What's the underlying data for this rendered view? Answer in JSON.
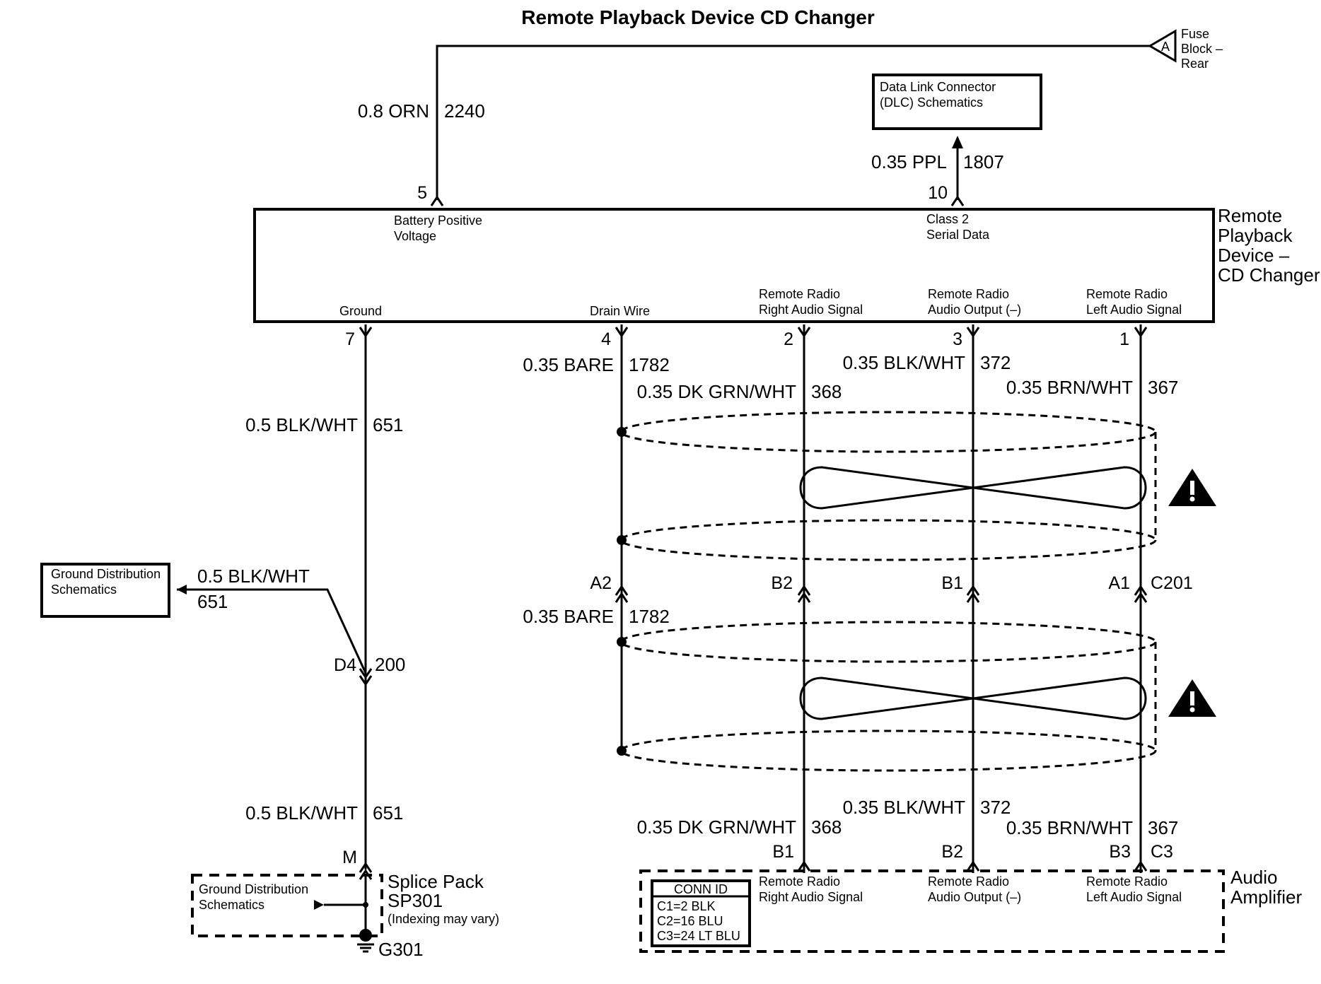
{
  "title": "Remote Playback Device CD Changer",
  "fuse_block": {
    "connector": "A",
    "line1": "Fuse",
    "line2": "Block –",
    "line3": "Rear"
  },
  "dlc_box": {
    "line1": "Data Link Connector",
    "line2": "(DLC) Schematics"
  },
  "top_wires": {
    "batt": {
      "gauge": "0.8 ORN",
      "circuit": "2240",
      "pin": "5"
    },
    "data": {
      "gauge": "0.35 PPL",
      "circuit": "1807",
      "pin": "10"
    }
  },
  "component": {
    "name_line1": "Remote",
    "name_line2": "Playback",
    "name_line3": "Device –",
    "name_line4": "CD Changer",
    "batt_label_line1": "Battery Positive",
    "batt_label_line2": "Voltage",
    "data_label_line1": "Class 2",
    "data_label_line2": "Serial Data",
    "ground_label": "Ground",
    "drain_label": "Drain Wire",
    "right_line1": "Remote Radio",
    "right_line2": "Right Audio Signal",
    "output_line1": "Remote Radio",
    "output_line2": "Audio Output (–)",
    "left_line1": "Remote Radio",
    "left_line2": "Left Audio Signal"
  },
  "pins_bottom": {
    "ground": "7",
    "drain": "4",
    "right": "2",
    "output": "3",
    "left": "1"
  },
  "wires_upper": {
    "ground": {
      "gauge": "0.5 BLK/WHT",
      "circuit": "651"
    },
    "drain": {
      "gauge": "0.35 BARE",
      "circuit": "1782"
    },
    "right": {
      "gauge": "0.35 DK GRN/WHT",
      "circuit": "368"
    },
    "output": {
      "gauge": "0.35 BLK/WHT",
      "circuit": "372"
    },
    "left": {
      "gauge": "0.35 BRN/WHT",
      "circuit": "367"
    }
  },
  "c201": {
    "name": "C201",
    "drain": "A2",
    "right": "B2",
    "output": "B1",
    "left": "A1"
  },
  "wires_lower": {
    "drain": {
      "gauge": "0.35 BARE",
      "circuit": "1782"
    },
    "ground": {
      "gauge": "0.5 BLK/WHT",
      "circuit": "651"
    },
    "right": {
      "gauge": "0.35 DK GRN/WHT",
      "circuit": "368"
    },
    "output": {
      "gauge": "0.35 BLK/WHT",
      "circuit": "372"
    },
    "left": {
      "gauge": "0.35 BRN/WHT",
      "circuit": "367"
    }
  },
  "ground_dist_left": {
    "line1": "Ground Distribution",
    "line2": "Schematics",
    "gauge": "0.5 BLK/WHT",
    "circuit": "651"
  },
  "d4": {
    "pin": "D4",
    "circuit": "200"
  },
  "splice": {
    "pin": "M",
    "line1": "Splice Pack",
    "line2": "SP301",
    "line3": "(Indexing may vary)",
    "ground": "G301"
  },
  "ground_dist_box": {
    "line1": "Ground Distribution",
    "line2": "Schematics"
  },
  "amp": {
    "name_line1": "Audio",
    "name_line2": "Amplifier",
    "connector": "C3",
    "pin_right": "B1",
    "pin_output": "B2",
    "pin_left": "B3",
    "right_line1": "Remote Radio",
    "right_line2": "Right Audio Signal",
    "output_line1": "Remote Radio",
    "output_line2": "Audio Output (–)",
    "left_line1": "Remote Radio",
    "left_line2": "Left Audio Signal",
    "conn_id_header": "CONN ID",
    "conn_ids": [
      "C1=2 BLK",
      "C2=16 BLU",
      "C3=24 LT BLU"
    ]
  }
}
